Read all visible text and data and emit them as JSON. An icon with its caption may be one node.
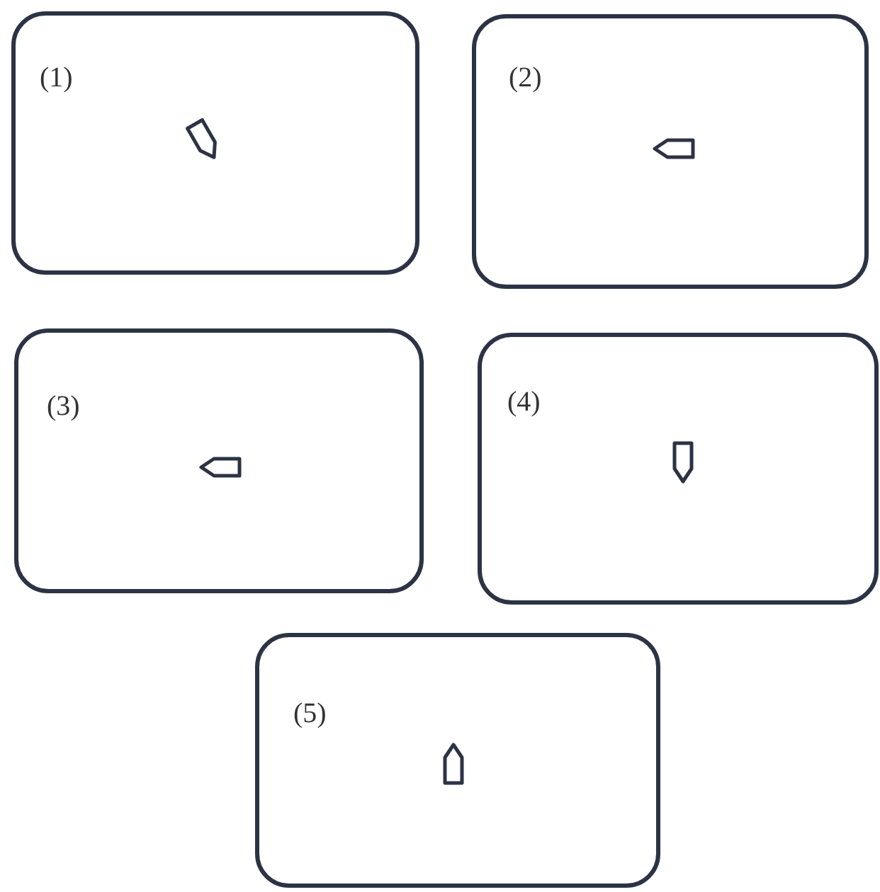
{
  "diagram": {
    "nodes": [
      {
        "text": [
          "(1)"
        ]
      },
      {
        "text": [
          "(2)"
        ]
      },
      {
        "text": [
          "(3)"
        ]
      },
      {
        "text": [
          "(4)"
        ]
      },
      {
        "text": [
          "(5)"
        ]
      }
    ]
  }
}
